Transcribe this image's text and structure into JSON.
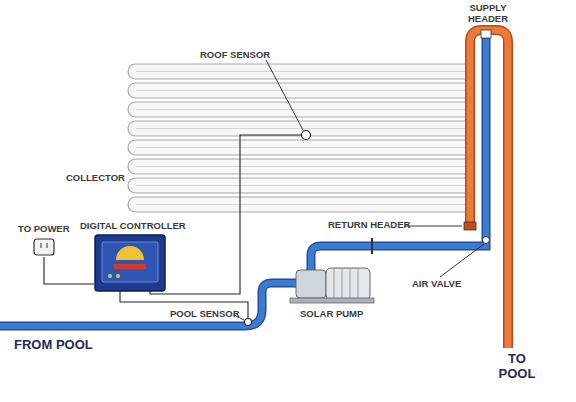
{
  "diagram": {
    "nodes": [
      {
        "text": [
          "DIGITAL CONTROLLER"
        ]
      },
      {
        "text": [
          "TO POWER"
        ]
      }
    ],
    "edges": [
      {
        "from": 0,
        "to": 1,
        "arrow": "none"
      }
    ],
    "labels": [
      "ROOF SENSOR",
      "SUPPLY HEADER",
      "COLLECTOR",
      "RETURN HEADER",
      "AIR VALVE",
      "POOL SENSOR",
      "SOLAR PUMP",
      "FROM POOL",
      "TO POOL"
    ]
  }
}
